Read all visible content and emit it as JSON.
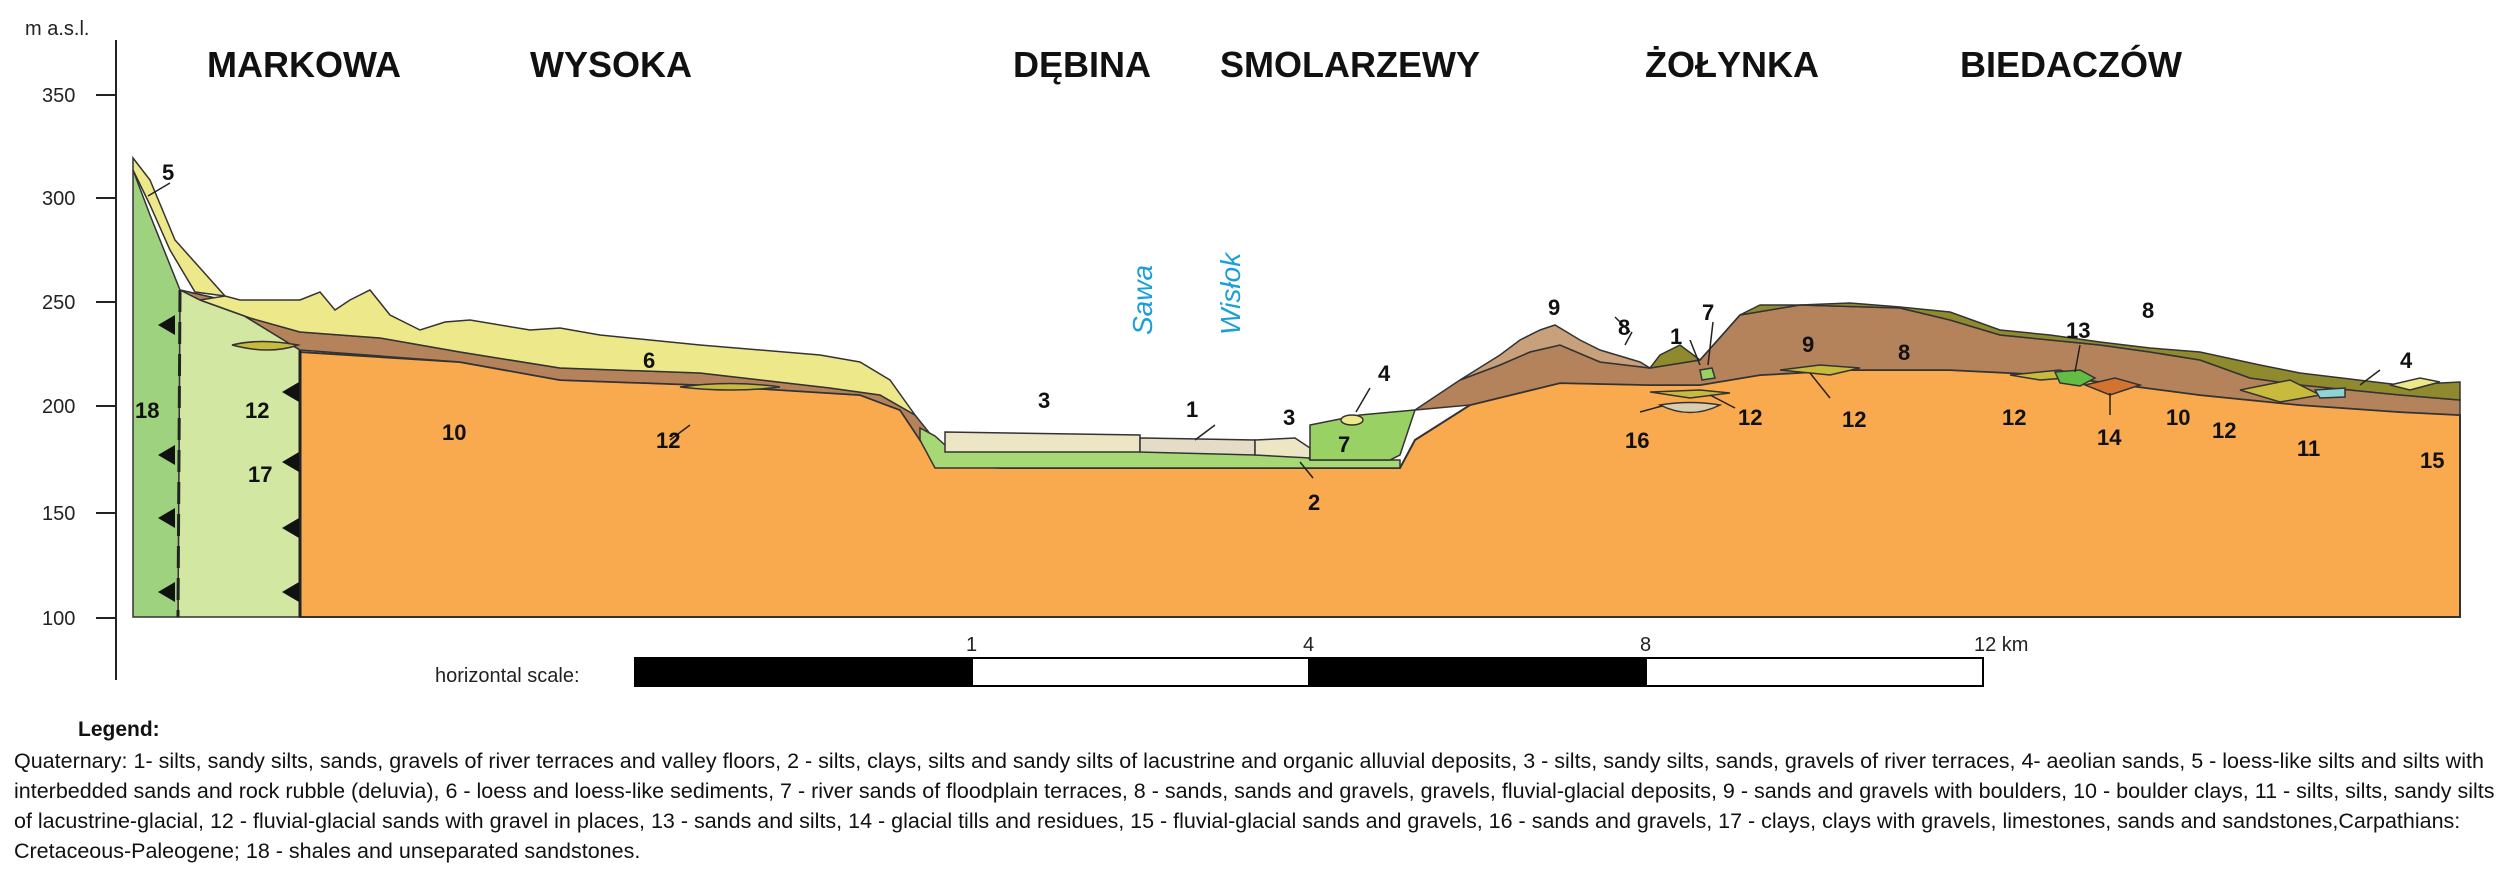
{
  "axis": {
    "y_unit": "m a.s.l.",
    "y_ticks": [
      "350",
      "300",
      "250",
      "200",
      "150",
      "100"
    ]
  },
  "places": [
    "MARKOWA",
    "WYSOKA",
    "DĘBINA",
    "SMOLARZEWY",
    "ŻOŁYNKA",
    "BIEDACZÓW"
  ],
  "rivers": [
    "Sawa",
    "Wisłok"
  ],
  "unit_numbers": {
    "n5": "5",
    "n18": "18",
    "n12a": "12",
    "n17": "17",
    "n10a": "10",
    "n6": "6",
    "n12b": "12",
    "n3a": "3",
    "n1a": "1",
    "n3b": "3",
    "n2": "2",
    "n4a": "4",
    "n7a": "7",
    "n9a": "9",
    "n8a": "8",
    "n1b": "1",
    "n7b": "7",
    "n9b": "9",
    "n8b": "8",
    "n16": "16",
    "n12c": "12",
    "n12d": "12",
    "n13": "13",
    "n8c": "8",
    "n12e": "12",
    "n14": "14",
    "n10b": "10",
    "n12f": "12",
    "n11": "11",
    "n4b": "4",
    "n15": "15"
  },
  "scale": {
    "label": "horizontal scale:",
    "ticks": [
      "1",
      "4",
      "8",
      "12 km"
    ]
  },
  "legend": {
    "title": "Legend:",
    "text": "Quaternary: 1- silts, sandy silts, sands, gravels of river terraces and valley floors, 2 - silts, clays, silts and sandy silts of lacustrine and organic alluvial deposits, 3 - silts, sandy silts, sands, gravels of river terraces, 4- aeolian sands, 5 - loess-like silts and silts with interbedded sands and rock rubble (deluvia), 6 - loess and loess-like sediments, 7 - river sands of floodplain terraces, 8 - sands, sands and gravels, gravels, fluvial-glacial deposits, 9 - sands and gravels with boulders, 10 - boulder clays, 11 - silts, silts, sandy silts of lacustrine-glacial, 12 - fluvial-glacial sands with gravel in places, 13 - sands and silts, 14 - glacial tills and residues, 15 - fluvial-glacial sands and gravels, 16 - sands and gravels, 17 - clays, clays with gravels, limestones, sands and sandstones,Carpathians: Cretaceous-Paleogene; 18 - shales and unseparated sandstones."
  },
  "colors": {
    "bedrock_tertiary": "#f9a94e",
    "carpathian_17": "#d2e8a2",
    "carpathian_18": "#9fd27e",
    "boulder_clay": "#b5835b",
    "loess": "#ede98a",
    "fluvioglacial_8": "#8f8a2e",
    "sands_9": "#c9a07c",
    "river_sands_7": "#9ad165",
    "lacustrine_2": "#a6d975",
    "terraces_3": "#ece6c4",
    "valley_1": "#e4dcc6",
    "sand_12": "#c8ba3c",
    "silt_11": "#8ed3d5",
    "till_14": "#d4722f",
    "sands_13": "#62bd44",
    "sand_16": "#d9cfb0",
    "river_label": "#1a9fd6"
  }
}
